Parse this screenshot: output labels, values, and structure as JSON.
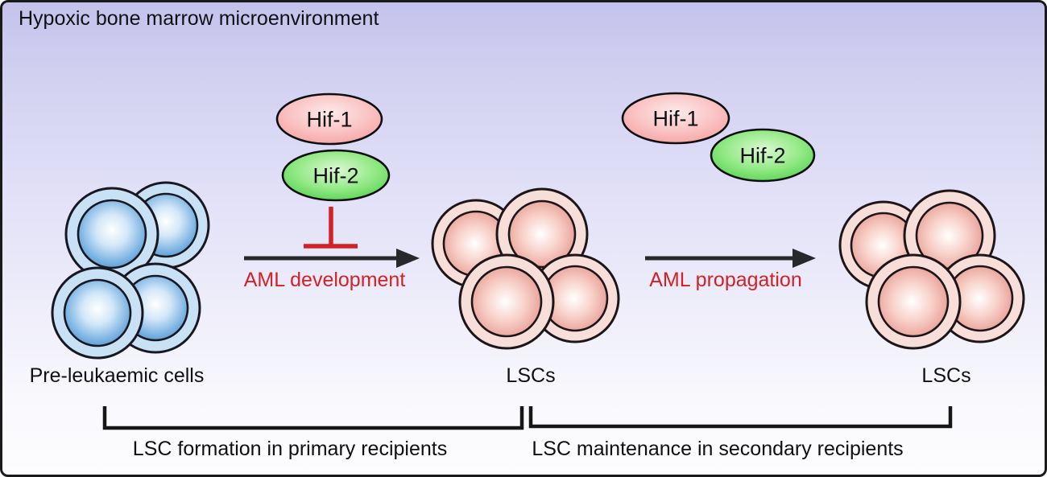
{
  "figure": {
    "title": "Hypoxic bone marrow microenvironment"
  },
  "colors": {
    "background_top": "#c4c2ec",
    "background_bottom": "#fdfdff",
    "border": "#1a1a1a",
    "accent_red": "#d22127",
    "hif1_fill": "#f8b0b0",
    "hif2_fill": "#5cd45c",
    "pre_leukaemic_cell_fill": "#a9cfee",
    "lsc_cell_fill": "#f0b4aa",
    "arrow_black": "#28282c"
  },
  "nodes": {
    "hif1_left": "Hif-1",
    "hif2_left": "Hif-2",
    "hif1_right": "Hif-1",
    "hif2_right": "Hif-2"
  },
  "cell_labels": {
    "pre_leukaemic": "Pre-leukaemic cells",
    "lscs_middle": "LSCs",
    "lscs_right": "LSCs"
  },
  "arrows": {
    "development": "AML development",
    "propagation": "AML propagation"
  },
  "brackets": {
    "primary": "LSC formation in primary recipients",
    "secondary": "LSC maintenance in secondary recipients"
  }
}
